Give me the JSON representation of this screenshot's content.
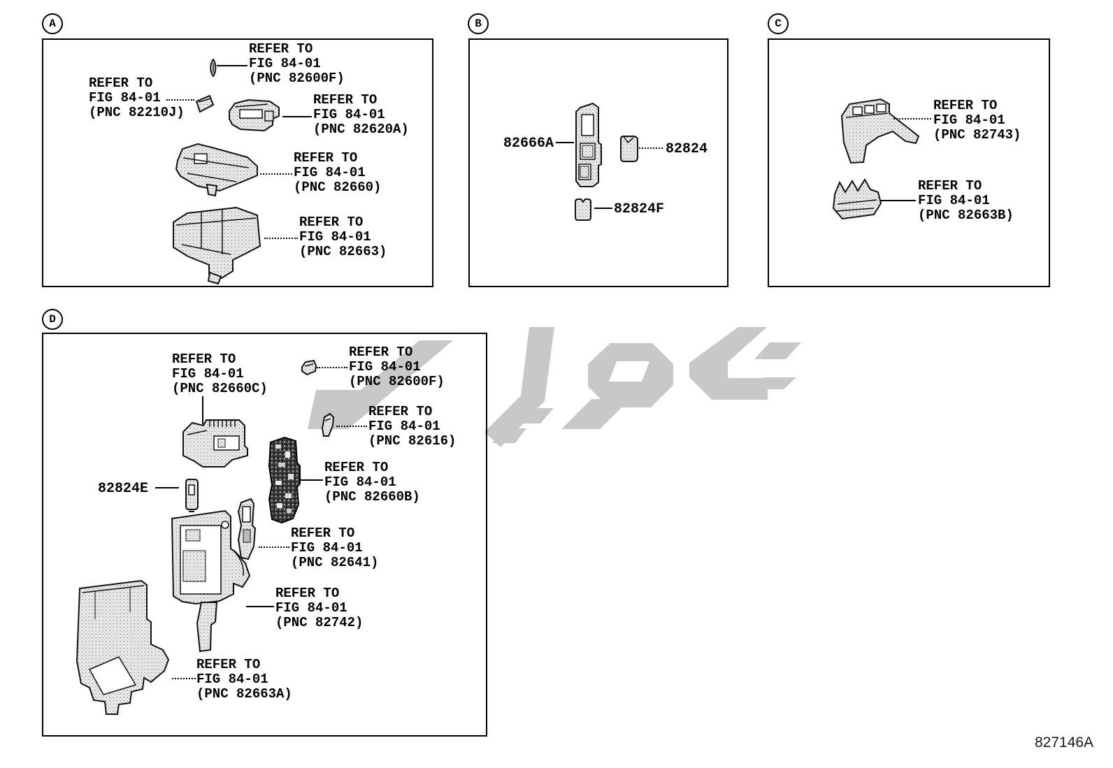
{
  "doc_number": "827146A",
  "watermark": {
    "color": "#c8c8c8"
  },
  "panels": {
    "a": {
      "letter": "A",
      "labels": [
        {
          "id": "82600F",
          "lines": [
            "REFER TO",
            "FIG 84-01",
            "(PNC 82600F)"
          ]
        },
        {
          "id": "82210J",
          "lines": [
            "REFER TO",
            "FIG 84-01",
            "(PNC 82210J)"
          ]
        },
        {
          "id": "82620A",
          "lines": [
            "REFER TO",
            "FIG 84-01",
            "(PNC 82620A)"
          ]
        },
        {
          "id": "82660",
          "lines": [
            "REFER TO",
            "FIG 84-01",
            "(PNC 82660)"
          ]
        },
        {
          "id": "82663",
          "lines": [
            "REFER TO",
            "FIG 84-01",
            "(PNC 82663)"
          ]
        }
      ]
    },
    "b": {
      "letter": "B",
      "part_numbers": [
        {
          "text": "82666A"
        },
        {
          "text": "82824"
        },
        {
          "text": "82824F"
        }
      ]
    },
    "c": {
      "letter": "C",
      "labels": [
        {
          "id": "82743",
          "lines": [
            "REFER TO",
            "FIG 84-01",
            "(PNC 82743)"
          ]
        },
        {
          "id": "82663B",
          "lines": [
            "REFER TO",
            "FIG 84-01",
            "(PNC 82663B)"
          ]
        }
      ]
    },
    "d": {
      "letter": "D",
      "labels": [
        {
          "id": "82660C",
          "lines": [
            "REFER TO",
            "FIG 84-01",
            "(PNC 82660C)"
          ]
        },
        {
          "id": "82600F",
          "lines": [
            "REFER TO",
            "FIG 84-01",
            "(PNC 82600F)"
          ]
        },
        {
          "id": "82616",
          "lines": [
            "REFER TO",
            "FIG 84-01",
            "(PNC 82616)"
          ]
        },
        {
          "id": "82660B",
          "lines": [
            "REFER TO",
            "FIG 84-01",
            "(PNC 82660B)"
          ]
        },
        {
          "id": "82641",
          "lines": [
            "REFER TO",
            "FIG 84-01",
            "(PNC 82641)"
          ]
        },
        {
          "id": "82742",
          "lines": [
            "REFER TO",
            "FIG 84-01",
            "(PNC 82742)"
          ]
        },
        {
          "id": "82663A",
          "lines": [
            "REFER TO",
            "FIG 84-01",
            "(PNC 82663A)"
          ]
        }
      ]
    }
  }
}
